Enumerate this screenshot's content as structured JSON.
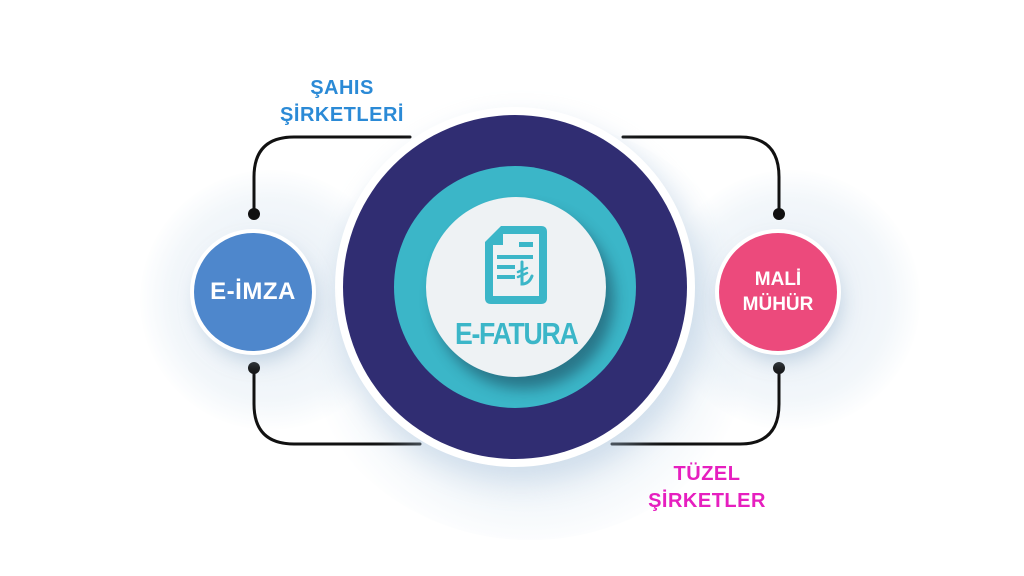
{
  "diagram": {
    "center": {
      "label": "E-FATURA",
      "icon": "invoice-document-lira-icon",
      "colors": {
        "outer_ring": "#302d72",
        "inner_ring": "#3bb6c8",
        "core": "#eef2f4",
        "text": "#3bb6c8"
      }
    },
    "nodes": [
      {
        "id": "eimza",
        "label": "E-İMZA",
        "color": "#4e87cc"
      },
      {
        "id": "mali-muhur",
        "label_line1": "MALİ",
        "label_line2": "MÜHÜR",
        "color": "#ec4a7c"
      }
    ],
    "labels": [
      {
        "id": "sahis",
        "line1": "ŞAHIS",
        "line2": "ŞİRKETLERİ",
        "color": "#2b8ad6"
      },
      {
        "id": "tuzel",
        "line1": "TÜZEL",
        "line2": "ŞİRKETLER",
        "color": "#e61fbf"
      }
    ],
    "connectors": [
      {
        "from": "eimza",
        "to": "e-fatura",
        "position": "top-left"
      },
      {
        "from": "e-fatura",
        "to": "mali-muhur",
        "position": "top-right"
      },
      {
        "from": "eimza",
        "to": "e-fatura",
        "position": "bottom-left"
      },
      {
        "from": "e-fatura",
        "to": "mali-muhur",
        "position": "bottom-right"
      }
    ]
  }
}
